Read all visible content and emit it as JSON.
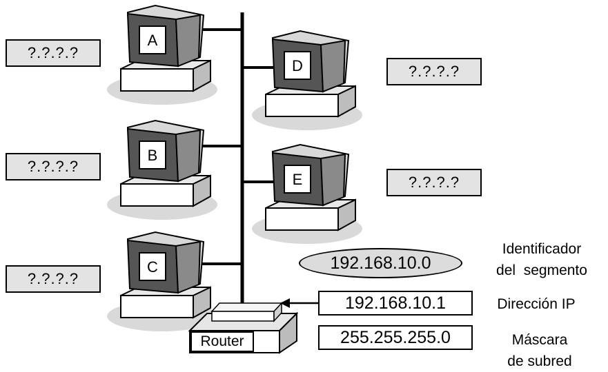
{
  "computers": [
    {
      "id": "A",
      "ip": "?.?.?.?"
    },
    {
      "id": "B",
      "ip": "?.?.?.?"
    },
    {
      "id": "C",
      "ip": "?.?.?.?"
    },
    {
      "id": "D",
      "ip": "?.?.?.?"
    },
    {
      "id": "E",
      "ip": "?.?.?.?"
    }
  ],
  "router": {
    "label": "Router"
  },
  "segment": {
    "address": "192.168.10.0",
    "description_line1": "Identificador",
    "description_line2": "del  segmento"
  },
  "gateway": {
    "address": "192.168.10.1",
    "description": "Dirección IP"
  },
  "mask": {
    "address": "255.255.255.0",
    "description_line1": "Máscara",
    "description_line2": "de subred"
  },
  "colors": {
    "line": "#000000",
    "box_fill": "#e3e3e3",
    "oval_fill": "#dcdcdc",
    "computer_body": "#d8d8d8",
    "computer_dark": "#555555",
    "screen": "#ffffff",
    "shadow": "#cfcfcf"
  }
}
